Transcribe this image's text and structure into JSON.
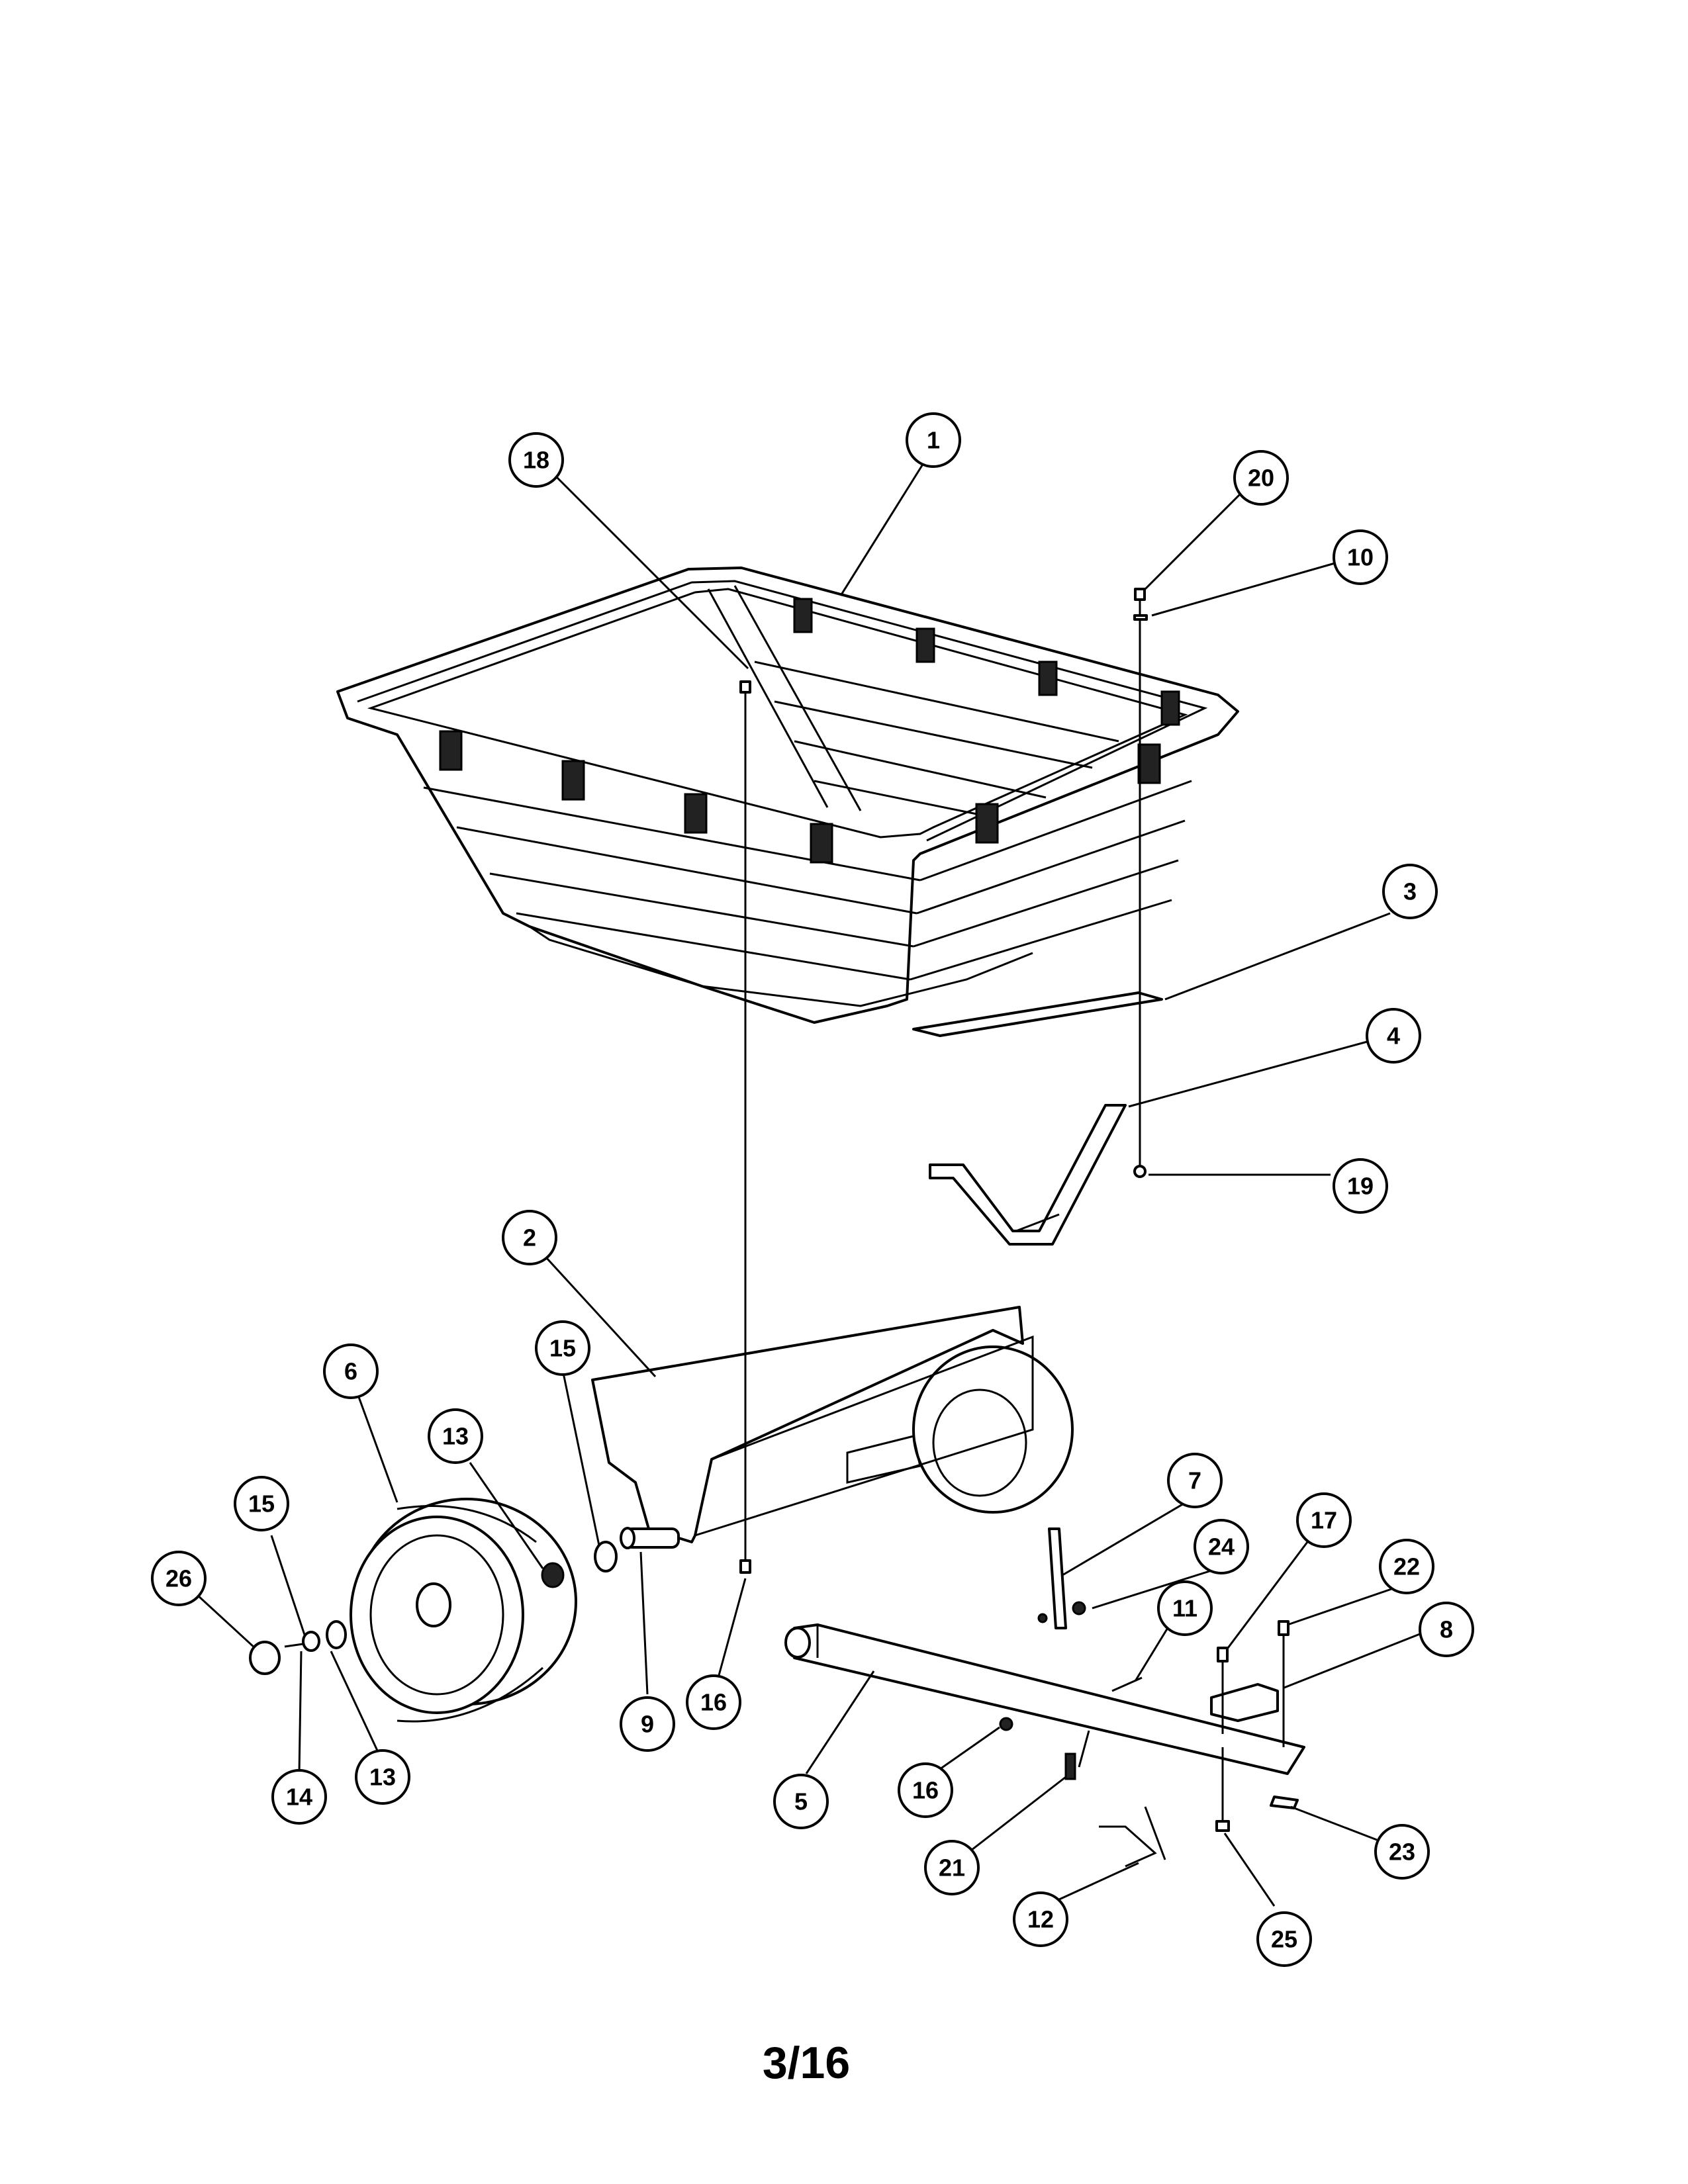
{
  "page": {
    "number_label": "3/16"
  },
  "callouts": [
    {
      "id": "c1",
      "label": "1"
    },
    {
      "id": "c2",
      "label": "2"
    },
    {
      "id": "c3",
      "label": "3"
    },
    {
      "id": "c4",
      "label": "4"
    },
    {
      "id": "c5",
      "label": "5"
    },
    {
      "id": "c6",
      "label": "6"
    },
    {
      "id": "c7",
      "label": "7"
    },
    {
      "id": "c8",
      "label": "8"
    },
    {
      "id": "c9",
      "label": "9"
    },
    {
      "id": "c10",
      "label": "10"
    },
    {
      "id": "c11",
      "label": "11"
    },
    {
      "id": "c12",
      "label": "12"
    },
    {
      "id": "c13a",
      "label": "13"
    },
    {
      "id": "c13b",
      "label": "13"
    },
    {
      "id": "c14",
      "label": "14"
    },
    {
      "id": "c15a",
      "label": "15"
    },
    {
      "id": "c15b",
      "label": "15"
    },
    {
      "id": "c16a",
      "label": "16"
    },
    {
      "id": "c16b",
      "label": "16"
    },
    {
      "id": "c17",
      "label": "17"
    },
    {
      "id": "c18",
      "label": "18"
    },
    {
      "id": "c19",
      "label": "19"
    },
    {
      "id": "c20",
      "label": "20"
    },
    {
      "id": "c21",
      "label": "21"
    },
    {
      "id": "c22",
      "label": "22"
    },
    {
      "id": "c23",
      "label": "23"
    },
    {
      "id": "c24",
      "label": "24"
    },
    {
      "id": "c25",
      "label": "25"
    },
    {
      "id": "c26",
      "label": "26"
    }
  ]
}
